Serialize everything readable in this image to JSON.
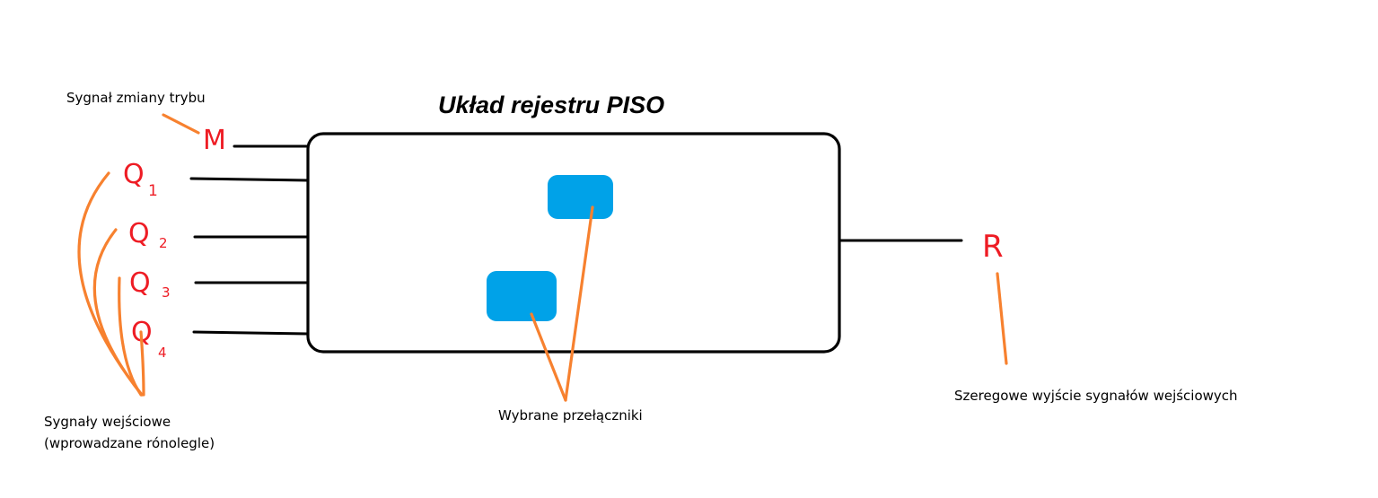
{
  "title": "Układ rejestru PISO",
  "signals": {
    "mode": "M",
    "inputs": [
      {
        "letter": "Q",
        "index": "1"
      },
      {
        "letter": "Q",
        "index": "2"
      },
      {
        "letter": "Q",
        "index": "3"
      },
      {
        "letter": "Q",
        "index": "4"
      }
    ],
    "output": "R"
  },
  "labels": {
    "mode_signal": "Sygnał zmiany trybu",
    "inputs_line1": "Sygnały wejściowe",
    "inputs_line2": "(wprowadzane rónolegle)",
    "switches": "Wybrane przełączniki",
    "output": "Szeregowe wyjście sygnałów wejściowych"
  },
  "colors": {
    "switch": "#00a2e8",
    "leader": "#f7812f",
    "signal_text": "#ee1c24",
    "wire": "#000000"
  }
}
